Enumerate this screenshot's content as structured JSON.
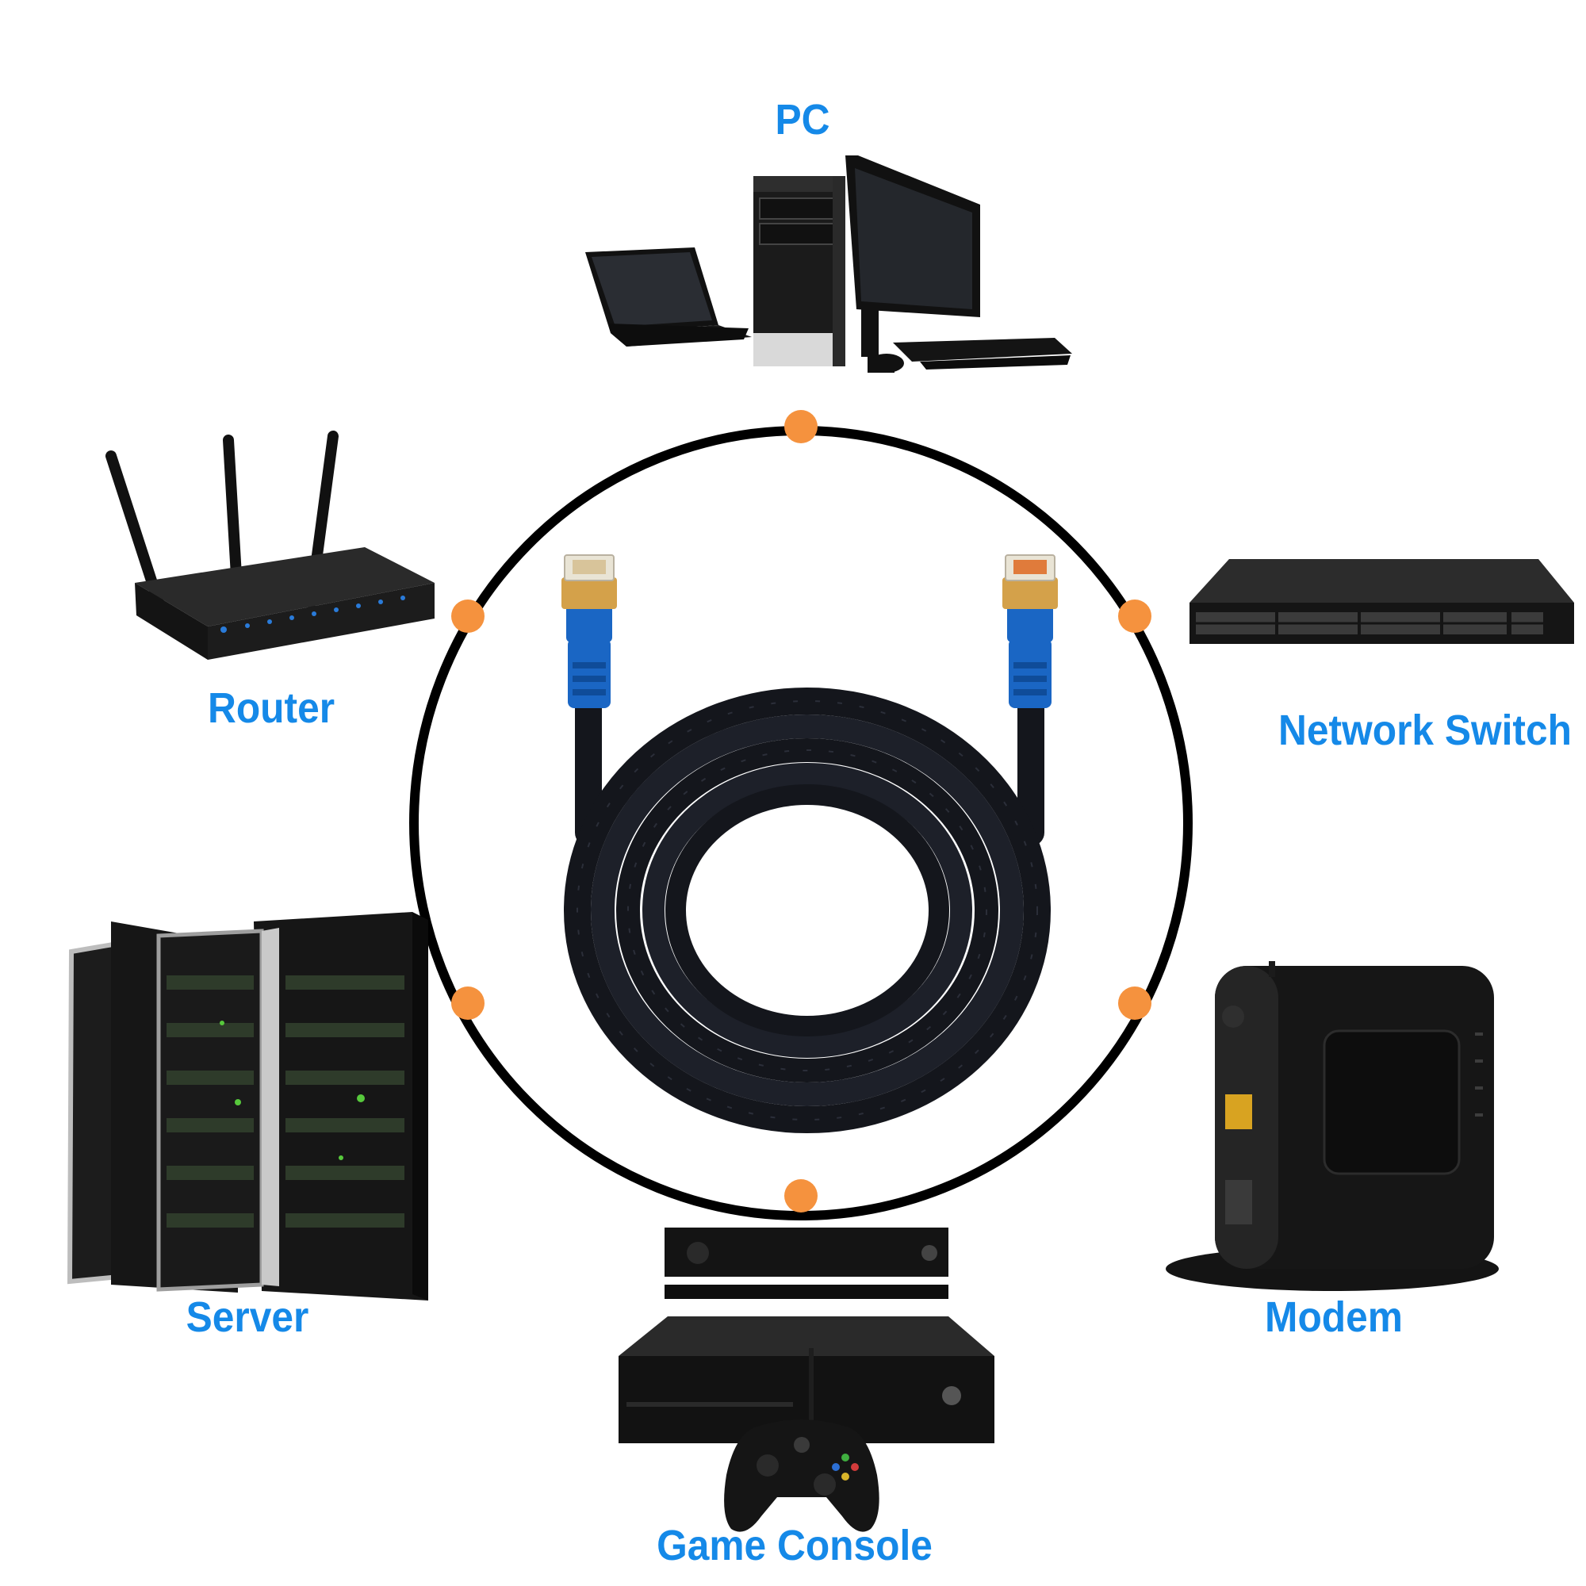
{
  "devices": {
    "pc": "PC",
    "router": "Router",
    "network_switch": "Network Switch",
    "server": "Server",
    "modem": "Modem",
    "game_console": "Game Console"
  },
  "colors": {
    "label": "#1589e8",
    "ring": "#000000",
    "connector_dot": "#f5923e",
    "cable": "#14161c",
    "boot": "#1a66c4",
    "plug_gold": "#d4a14a"
  },
  "icons": [
    "pc-icon",
    "router-icon",
    "network-switch-icon",
    "server-icon",
    "modem-icon",
    "game-console-icon",
    "ethernet-cable-icon"
  ]
}
